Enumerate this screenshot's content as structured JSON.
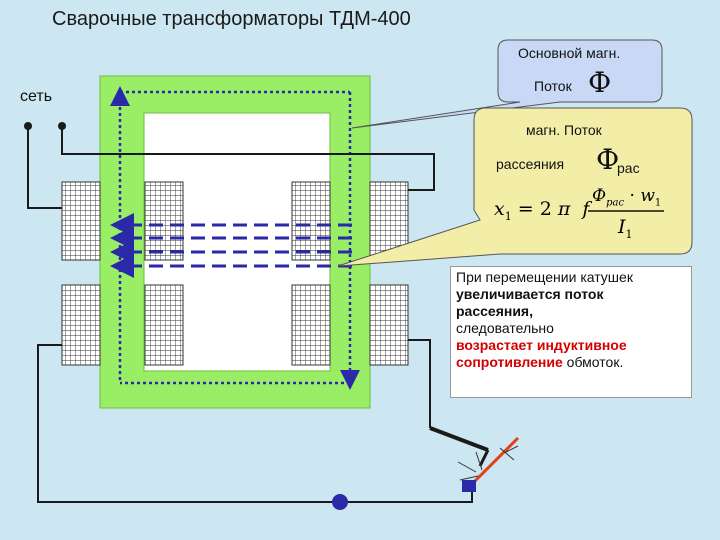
{
  "title": "Сварочные трансформаторы  ТДМ-400",
  "labels": {
    "net": "сеть"
  },
  "callout_main": {
    "line1": "Основной магн.",
    "line2": "Поток",
    "symbol": "Ф"
  },
  "callout_leak": {
    "line1": "магн. Поток",
    "line2": "рассеяния",
    "symbol": "Ф",
    "sub": "рас"
  },
  "formula": {
    "lhs": "x",
    "lhs_sub": "1",
    "eq": "= 2",
    "pi": "π",
    "f": "f",
    "num_symbol": "Ф",
    "num_sub": "рас",
    "num_dot": "·",
    "num_w": "w",
    "num_w_sub": "1",
    "den": "I",
    "den_sub": "1"
  },
  "info": {
    "line1": "При перемещении катушек",
    "line2": "увеличивается поток",
    "line3": "рассеяния,",
    "line4": "следовательно",
    "line5": "возрастает индуктивное",
    "line6a": "сопротивление",
    "line6b": " обмоток."
  },
  "colors": {
    "background": "#cce6f2",
    "core": "#99ee66",
    "window": "#ffffff",
    "main_flux": "#2a2aa8",
    "callout_main_bg": "#c8d8f5",
    "callout_leak_bg": "#f2eea8",
    "highlight": "#d40000",
    "cable": "#1a1a1a",
    "electrode": "#e0401a"
  }
}
